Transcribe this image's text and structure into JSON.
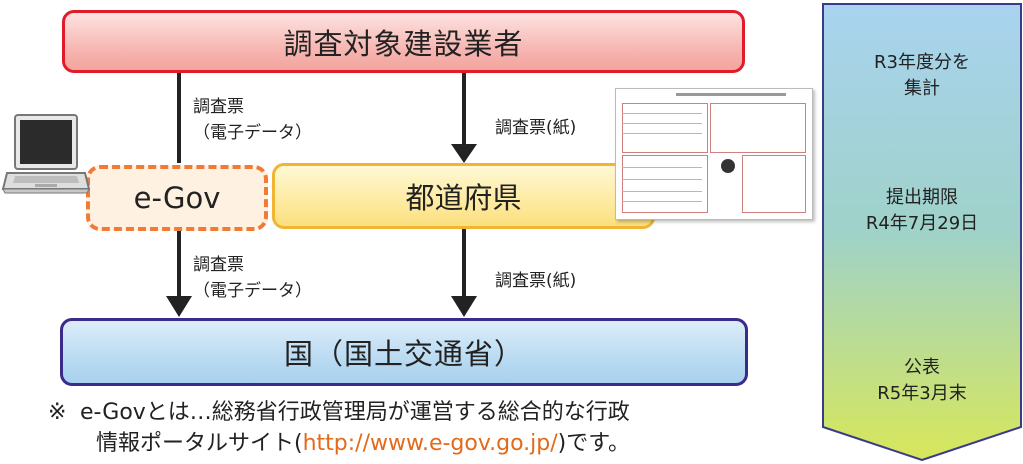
{
  "boxes": {
    "top": "調査対象建設業者",
    "prefecture": "都道府県",
    "egov": "e-Gov",
    "bottom": "国（国土交通省）"
  },
  "labels": {
    "egov_in_line1": "調査票",
    "egov_in_line2": "（電子データ）",
    "paper_in": "調査票(紙)",
    "egov_out_line1": "調査票",
    "egov_out_line2": "（電子データ）",
    "paper_out": "調査票(紙)"
  },
  "note": {
    "mark": "※",
    "line1": "e-Govとは…総務省行政管理局が運営する総合的な行政",
    "line2_prefix": "情報ポータルサイト(",
    "url": "http://www.e-gov.go.jp/",
    "line2_suffix": ")です。"
  },
  "sidebar": {
    "item1_line1": "R3年度分を",
    "item1_line2": "集計",
    "item2_line1": "提出期限",
    "item2_line2": "R4年7月29日",
    "item3_line1": "公表",
    "item3_line2": "R5年3月末"
  },
  "icons": [
    "laptop-icon",
    "paper-form-icon"
  ]
}
